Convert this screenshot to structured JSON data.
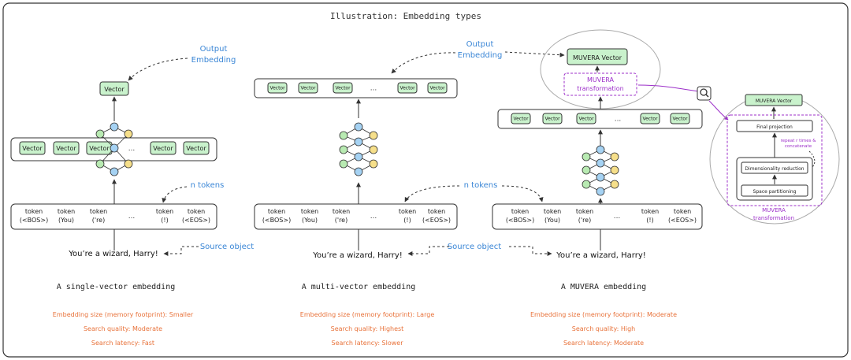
{
  "title": "Illustration: Embedding types",
  "colors": {
    "frame": "#333333",
    "vector_fill": "#c9f2cc",
    "vector_stroke": "#333333",
    "blue_node": "#a5d2f3",
    "green_node": "#b8eab2",
    "yellow_node": "#f6df8a",
    "label_blue": "#3a86d6",
    "label_purple": "#9c2fc9",
    "metric_orange": "#e8723a"
  },
  "panels": {
    "single": {
      "caption": "A single-vector embedding",
      "output_label_line1": "Output",
      "output_label_line2": "Embedding",
      "output_vector": "Vector",
      "vectors": [
        "Vector",
        "Vector",
        "Vector",
        "...",
        "Vector",
        "Vector"
      ],
      "n_tokens": "n tokens",
      "source_object": "Source object",
      "sentence": "You’re a wizard, Harry!",
      "metrics": {
        "size": "Embedding size (memory footprint): Smaller",
        "quality": "Search quality: Moderate",
        "latency": "Search latency: Fast"
      }
    },
    "multi": {
      "caption": "A multi-vector embedding",
      "output_label_line1": "Output",
      "output_label_line2": "Embedding",
      "vectors": [
        "Vector",
        "Vector",
        "Vector",
        "...",
        "Vector",
        "Vector"
      ],
      "n_tokens": "n tokens",
      "source_object": "Source object",
      "sentence": "You’re a wizard, Harry!",
      "metrics": {
        "size": "Embedding size (memory footprint): Large",
        "quality": "Search quality: Highest",
        "latency": "Search latency: Slower"
      }
    },
    "muvera": {
      "caption": "A MUVERA embedding",
      "muvera_vector": "MUVERA Vector",
      "transformation_line1": "MUVERA",
      "transformation_line2": "transformation",
      "vectors": [
        "Vector",
        "Vector",
        "Vector",
        "...",
        "Vector",
        "Vector"
      ],
      "sentence": "You’re a wizard, Harry!",
      "metrics": {
        "size": "Embedding size (memory footprint): Moderate",
        "quality": "Search quality: High",
        "latency": "Search latency: Moderate"
      }
    }
  },
  "tokens": [
    {
      "line1": "token",
      "line2": "(<BOS>)"
    },
    {
      "line1": "token",
      "line2": "(You)"
    },
    {
      "line1": "token",
      "line2": "('re)"
    },
    {
      "line1": "...",
      "line2": ""
    },
    {
      "line1": "token",
      "line2": "(!)"
    },
    {
      "line1": "token",
      "line2": "(<EOS>)"
    }
  ],
  "zoom": {
    "muvera_vector": "MUVERA Vector",
    "final_projection": "Final projection",
    "repeat_line1": "repeat r times &",
    "repeat_line2": "concatenate",
    "dimensionality_reduction": "Dimensionality reduction",
    "space_partitioning": "Space partitioning",
    "caption_line1": "MUVERA",
    "caption_line2": "transformation"
  }
}
